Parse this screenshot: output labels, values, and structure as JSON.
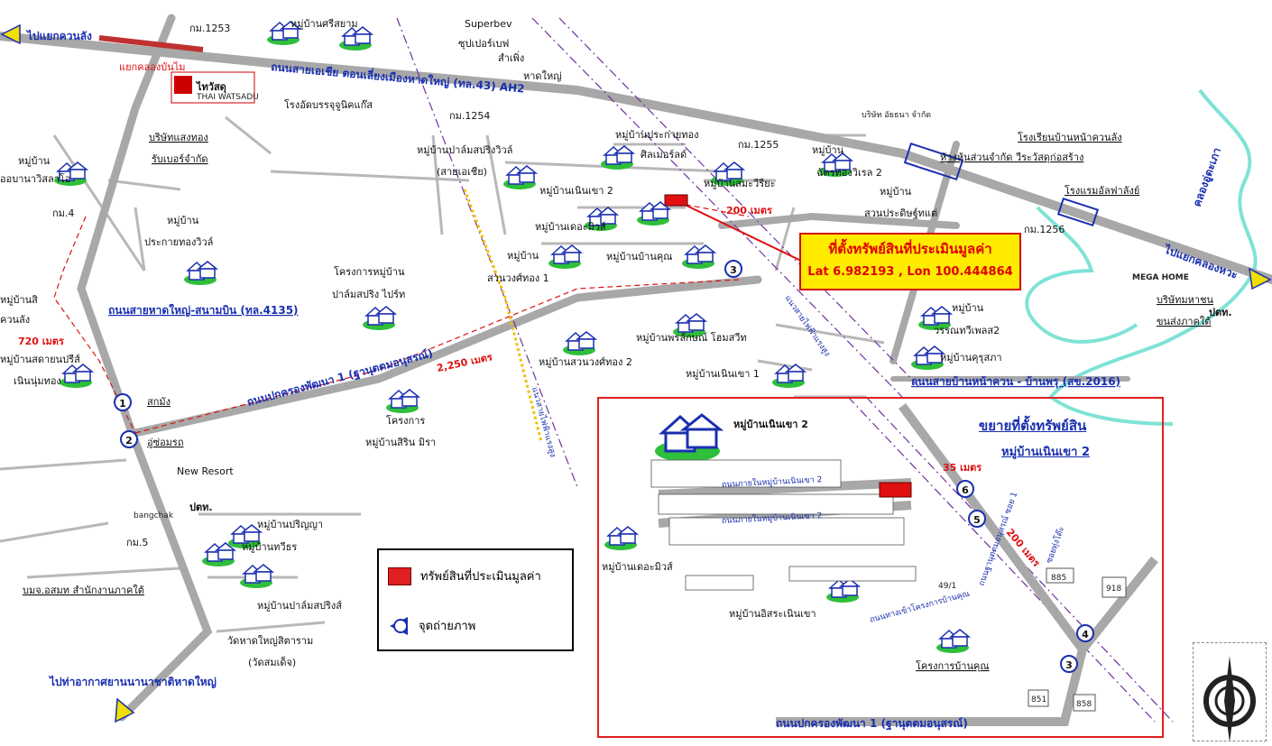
{
  "roads": {
    "ah2": "ถนนสายเอเชีย ตอนเลี่ยงเมืองหาดใหญ่ (ทล.43) AH2",
    "r4135": "ถนนสายหาดใหญ่-สนามบิน (ทล.4135)",
    "pakkrong": "ถนนปกครองพัฒนา 1 (ฐานุตตมอนุสรณ์)",
    "sk2016": "ถนนสายบ้านหน้าควน - บ้านพรุ (สข.2016)",
    "to_kuan_lang": "ไปแยกควนลัง",
    "to_klong_wa": "ไปแยกคลองหวะ",
    "to_airport": "ไปท่าอากาศยานนานาชาติหาดใหญ่",
    "klong_utaphao": "คลองอู่ตะเภา",
    "powerline": "แนวสายไฟฟ้าแรงสูง"
  },
  "places": {
    "watrasadu": "ไทวัสดุ",
    "watrasadu_sub": "THAI WATSADU",
    "km1253": "กม.1253",
    "km1254": "กม.1254",
    "km1255": "กม.1255",
    "km1256": "กม.1256",
    "km4": "กม.4",
    "km5": "กม.5",
    "sriyam": "หมู่บ้านศรีสยาม",
    "superbev": "Superbev",
    "superbev_th": "ซุปเปอร์เบฟ",
    "samphueng": "สำเพิ่ง",
    "hatyai": "หาดใหญ่",
    "ice": "โรงอัดบรรจุจูนิคแก๊ส",
    "kanyak": "แยกคลองบันไม",
    "saengthong": "บริษัทแสงทอง",
    "saengthong2": "รับเบอร์จำกัด",
    "moo_bann": "หมู่บ้าน",
    "orbann": "ออบานาวิสลาโอ",
    "prakai": "หมู่บ้าน",
    "prakai2": "ประกายทองวิวล์",
    "palm_sp": "หมู่บ้านปาล์มสปริงวิวล์",
    "palm_sp2": "(สายเอเชีย)",
    "prakai_thong": "หมู่บ้านประกายทอง",
    "amrold": "ศิลเมอร์ลด์",
    "noen_khao2": "หมู่บ้านเนินเขา 2",
    "the_muse": "หมู่บ้านเดอะมิวส์",
    "sammawiriya": "หมู่บ้านสมะวีรียะ",
    "chatthong": "ฉัตรทองวิเรล 2",
    "chatthong0": "หมู่บ้าน",
    "suan": "หมู่บ้าน",
    "suan2": "สวนประดิษฐ์ทแต่",
    "school": "โรงเรียนบ้านหน้าควนลัง",
    "shop": "ห้างหุ้นส่วนจำกัด วีระวัสดุก่อสร้าง",
    "hotel": "โรงแรมอัลฟาลังย์",
    "company": "บริษัท อัยธนา จำกัด",
    "mega": "MEGA HOME",
    "ptt": "ปตท.",
    "transport": "บริษัทมหาชน",
    "transport2": "ขนส่งภาคใต้",
    "wanna": "หมู่บ้าน",
    "wanna2": "วรรณทวีเพลส2",
    "kurusapa": "หมู่บ้านคุรุสภา",
    "banku": "หมู่บ้านบ้านคุณ",
    "suanwong": "หมู่บ้าน",
    "suanwong2": "สวนวงศ์ทอง 1",
    "palm_project": "โครงการหมู่บ้าน",
    "palm_project2": "ปาล์มสปริง ไปร์ท",
    "phrasak": "หมู่บ้านพรลักษณ์ โฮมสวีท",
    "suanwong_2": "หมู่บ้านสวนวงศ์ทอง 2",
    "noen_khao1": "หมู่บ้านเนินเขา 1",
    "sarin": "โครงการ",
    "sarin2": "หมู่บ้านสิริน มิรา",
    "sak": "หมู่บ้านสดายนปรีส์",
    "sak2": "เนินนุ่มทอง",
    "new_resort": "New Resort",
    "sakwang": "สกมัง",
    "kusomrot": "อู่ซ่อมรถ",
    "prinya": "หมู่บ้านปริญญา",
    "thawi": "หมู่บ้านทวีธร",
    "palm_springs": "หมู่บ้านปาล์มสปริงส์",
    "ormsin": "บมจ.อสมท สำนักงานภาคใต้",
    "wat": "วัดหาดใหญ่สิตาราม",
    "wat2": "(วัดสมเด็จ)",
    "bangchak": "bangchak",
    "ptt2": "ปตท.",
    "left_edge": "หมู่บ้านสิ",
    "left_edge2": "ควนลัง"
  },
  "distances": {
    "d200": "200 เมตร",
    "d720": "720 เมตร",
    "d2250": "2,250 เมตร",
    "d35": "35 เมตร",
    "d200b": "200 เมตร"
  },
  "callout": {
    "title": "ที่ตั้งทรัพย์สินที่ประเมินมูลค่า",
    "coords": "Lat  6.982193 , Lon  100.444864"
  },
  "legend": {
    "asset": "ทรัพย์สินที่ประเมินมูลค่า",
    "photo": "จุดถ่ายภาพ"
  },
  "inset": {
    "title": "ขยายที่ตั้งทรัพย์สิน",
    "subtitle": "หมู่บ้านเนินเขา 2",
    "village": "หมู่บ้านเนินเขา 2",
    "the_muse": "หมู่บ้านเดอะมิวส์",
    "isara": "หมู่บ้านอิสระเนินเขา",
    "bankun": "โครงการบ้านคุณ",
    "road_bottom": "ถนนปกครองพัฒนา 1 (ฐานุตตมอนุสรณ์)",
    "road_diag": "ถนนฐานุตตมอนุสรณ์ ซอย 1",
    "road_isara": "ถนนทางเข้าโครงการบ้านคุณ",
    "soi": "ซอยทุ่งโด๊ะ",
    "lane_a": "ถนนภายในหมู่บ้านเนินเขา 2",
    "lane_b": "ถนนภายในหมู่บ้านเนินเขา 2",
    "h885": "885",
    "h918": "918",
    "h851": "851",
    "h858": "858",
    "h494": "49/1"
  },
  "photo_points": [
    "1",
    "2",
    "3",
    "4",
    "5",
    "6",
    "3"
  ],
  "colors": {
    "road": "#a8a8a8",
    "road_blue_text": "#1a2fb0",
    "red": "#e01010",
    "callout_bg": "#ffeb00",
    "river": "#7ee3d6",
    "green_house": "#2fbf3a"
  }
}
